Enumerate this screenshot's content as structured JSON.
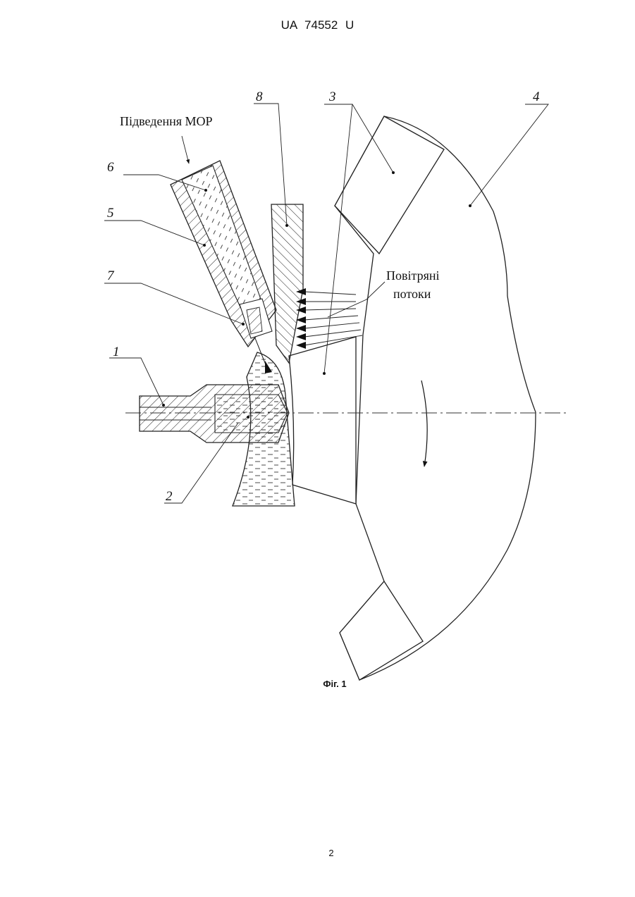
{
  "document": {
    "header": "UA 74552 U",
    "caption": "Фіг. 1",
    "page_number": "2"
  },
  "figure": {
    "annotations": {
      "supply_label": "Підведення МОР",
      "air_flow_line1": "Повітряні",
      "air_flow_line2": "потоки"
    },
    "part_labels": [
      "1",
      "2",
      "3",
      "4",
      "5",
      "6",
      "7",
      "8"
    ]
  }
}
